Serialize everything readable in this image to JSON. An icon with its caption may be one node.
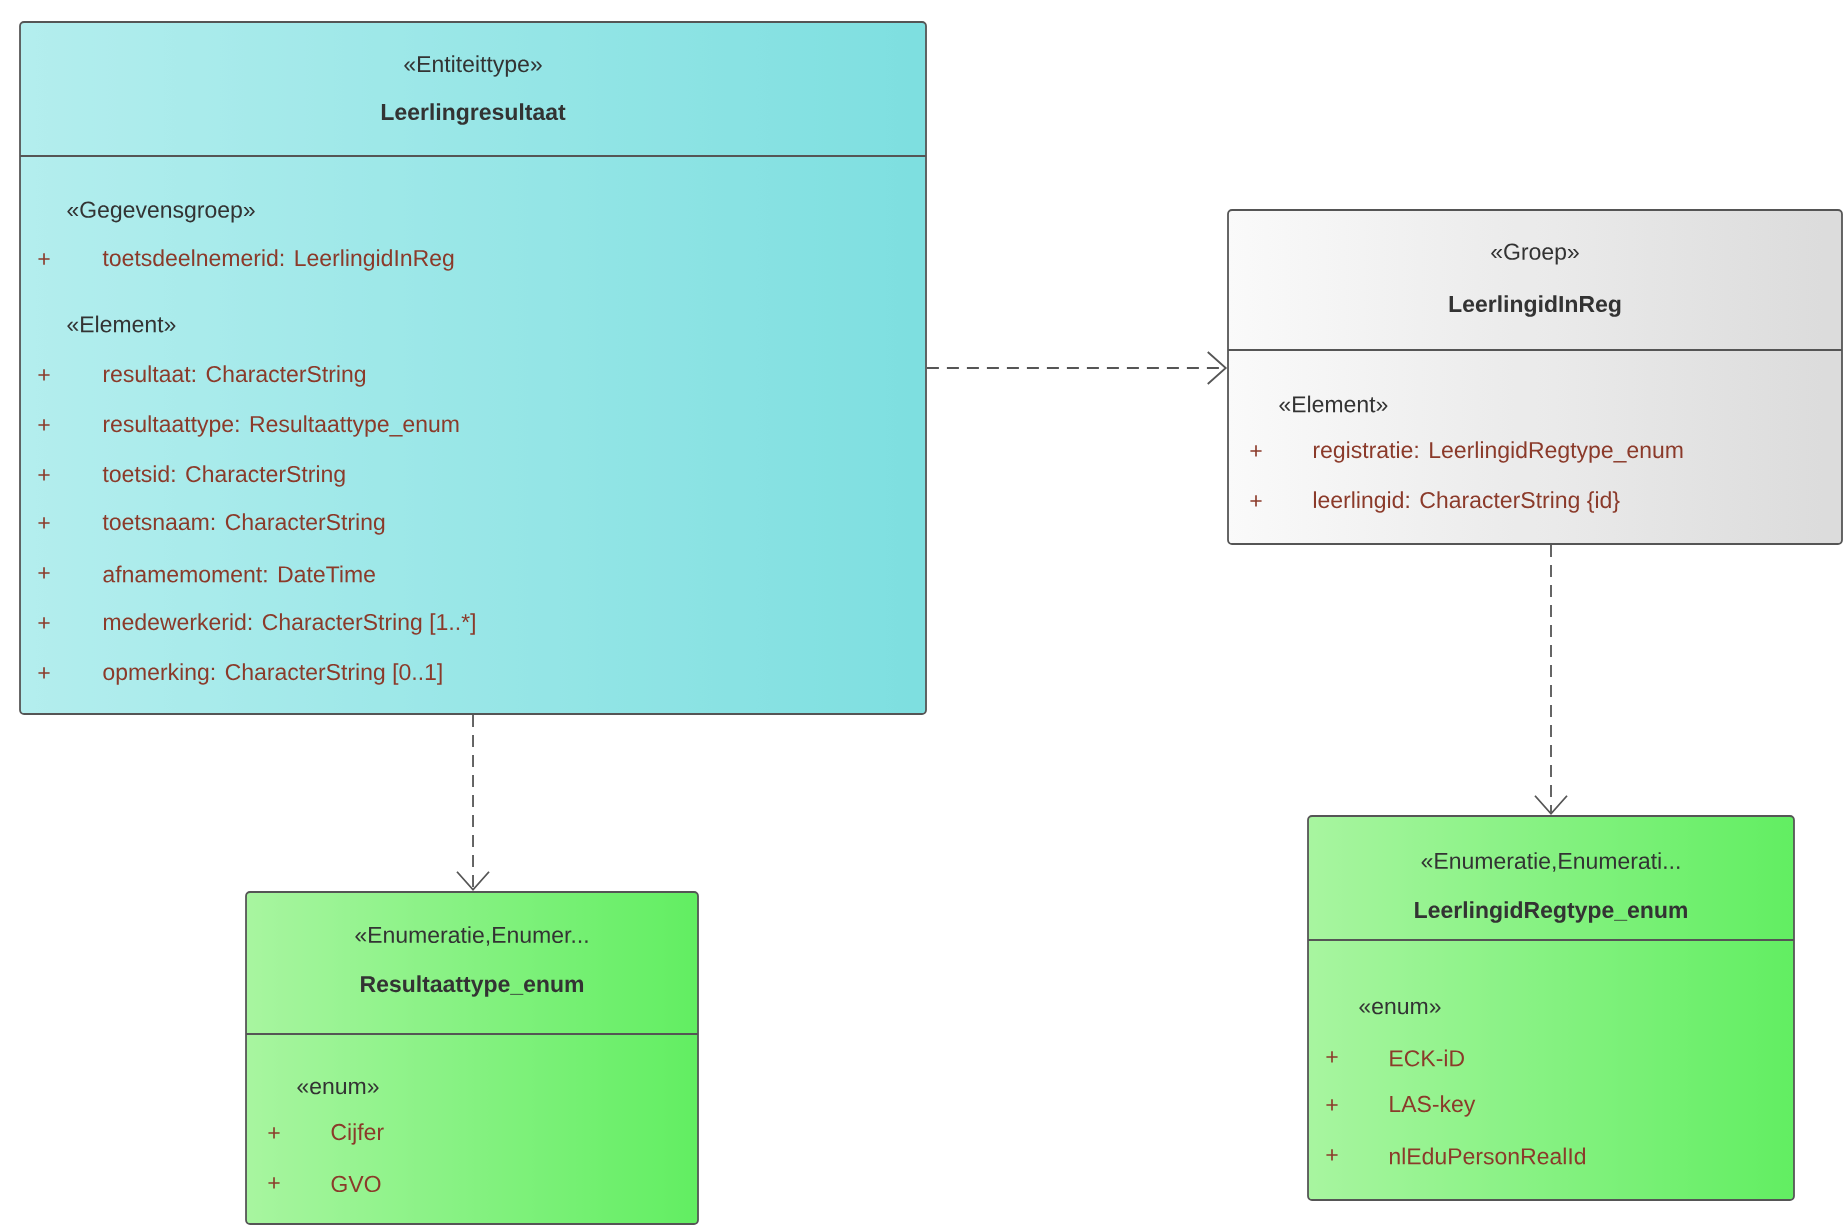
{
  "diagram": {
    "nodes": [
      {
        "text": [
          "«Entiteittype»",
          "Leerlingresultaat",
          "«Gegevensgroep»",
          "+",
          "toetsdeelnemerid: LeerlingidInReg",
          "«Element»",
          "+",
          "resultaat: CharacterString",
          "+",
          "resultaattype: Resultaattype_enum",
          "+",
          "toetsid: CharacterString",
          "+",
          "toetsnaam: CharacterString",
          "+",
          "afnamemoment: DateTime",
          "+",
          "medewerkerid: CharacterString [1..*]",
          "+",
          "opmerking: CharacterString [0..1]"
        ]
      },
      {
        "text": [
          "«Groep»",
          "LeerlingidInReg",
          "«Element»",
          "+",
          "registratie: LeerlingidRegtype_enum",
          "+",
          "leerlingid: CharacterString {id}"
        ]
      },
      {
        "text": [
          "«Enumeratie,Enumer...",
          "Resultaattype_enum",
          "«enum»",
          "+",
          "Cijfer",
          "+",
          "GVO"
        ]
      },
      {
        "text": [
          "«Enumeratie,Enumerati...",
          "LeerlingidRegtype_enum",
          "«enum»",
          "+",
          "ECK-iD",
          "+",
          "LAS-key",
          "+",
          "nlEduPersonRealId"
        ]
      }
    ],
    "edges": [
      {
        "from": 0,
        "to": 1,
        "arrow": "to",
        "style": "dashed"
      },
      {
        "from": 0,
        "to": 2,
        "arrow": "to",
        "style": "dashed"
      },
      {
        "from": 1,
        "to": 3,
        "arrow": "to",
        "style": "dashed"
      }
    ]
  }
}
